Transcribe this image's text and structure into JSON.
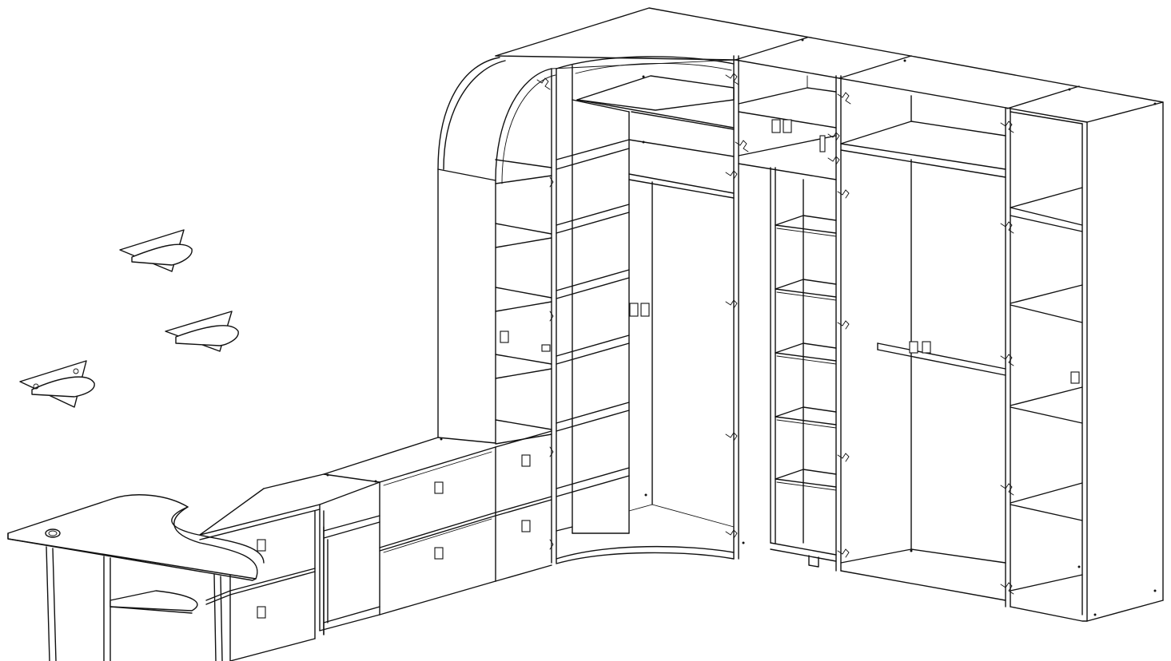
{
  "drawing": {
    "kind": "furniture-assembly-line-drawing",
    "stroke_color": "#111111",
    "background_color": "#ffffff",
    "components": [
      "desk",
      "wall-shelf",
      "drawer-unit",
      "curved-corner-cabinet",
      "open-shelf-column",
      "glass-shelf-column",
      "wardrobe",
      "side-shelf-column"
    ]
  }
}
